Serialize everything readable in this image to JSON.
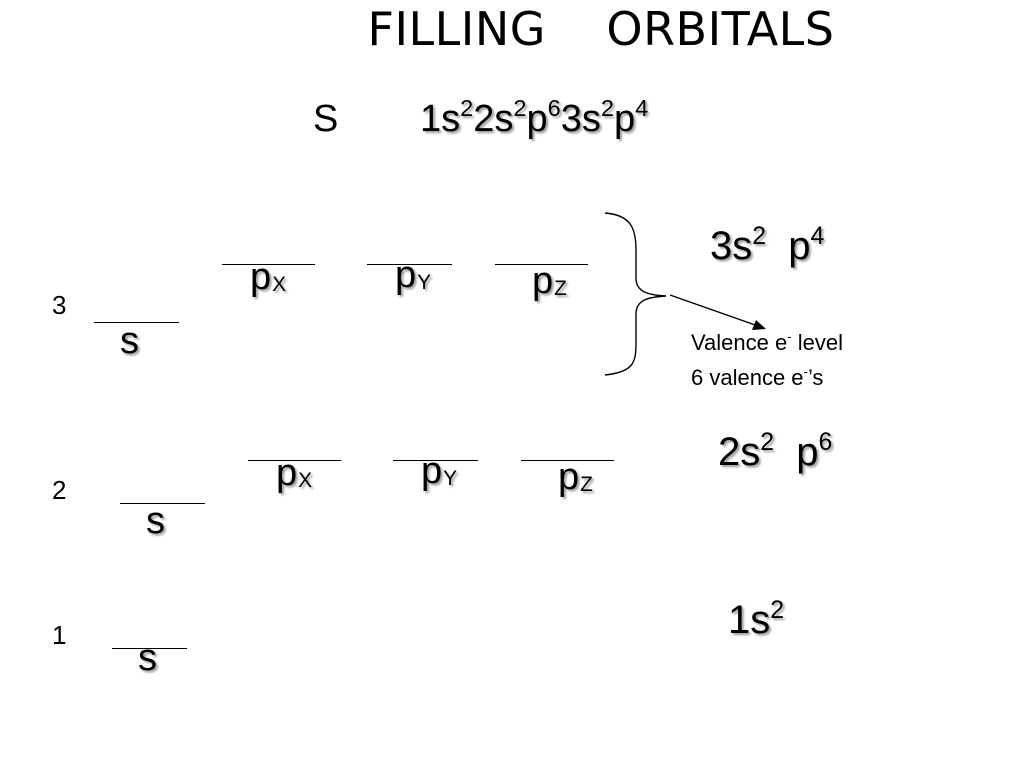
{
  "slide": {
    "title_left": "FILLING",
    "title_right": "ORBITALS",
    "element_symbol": "S",
    "configuration": [
      {
        "base": "1s",
        "sup": "2"
      },
      {
        "base": "2s",
        "sup": "2"
      },
      {
        "base": "p",
        "sup": "6"
      },
      {
        "base": "3s",
        "sup": "2"
      },
      {
        "base": "p",
        "sup": "4"
      }
    ]
  },
  "levels": {
    "three": {
      "number": "3",
      "s": "s",
      "p": [
        {
          "letter": "p",
          "sub": "X"
        },
        {
          "letter": "p",
          "sub": "Y"
        },
        {
          "letter": "p",
          "sub": "Z"
        }
      ],
      "summary": {
        "s_base": "3s",
        "s_sup": "2",
        "p_base": "p",
        "p_sup": "4"
      }
    },
    "two": {
      "number": "2",
      "s": "s",
      "p": [
        {
          "letter": "p",
          "sub": "X"
        },
        {
          "letter": "p",
          "sub": "Y"
        },
        {
          "letter": "p",
          "sub": "Z"
        }
      ],
      "summary": {
        "s_base": "2s",
        "s_sup": "2",
        "p_base": "p",
        "p_sup": "6"
      }
    },
    "one": {
      "number": "1",
      "s": "s",
      "summary": {
        "s_base": "1s",
        "s_sup": "2"
      }
    }
  },
  "annotation": {
    "line1_before": "Valence e",
    "line1_sup": "-",
    "line1_after": " level",
    "line2_before": "6 valence e",
    "line2_sup": "-",
    "line2_after": "’s"
  }
}
